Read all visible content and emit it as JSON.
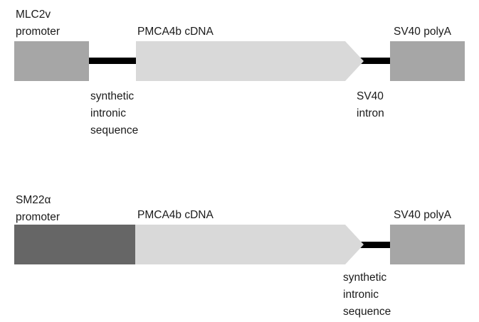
{
  "colors": {
    "background": "#ffffff",
    "promoter_light": "#a6a6a6",
    "promoter_dark": "#666666",
    "cdna": "#d9d9d9",
    "polya": "#a6a6a6",
    "linker": "#000000",
    "text": "#1a1a1a"
  },
  "construct_1": {
    "promoter_line1": "MLC2v",
    "promoter_line2": "promoter",
    "cdna_label": "PMCA4b cDNA",
    "polya_label": "SV40 polyA",
    "linker1_line1": "synthetic",
    "linker1_line2": "intronic",
    "linker1_line3": "sequence",
    "linker2_line1": "SV40",
    "linker2_line2": "intron"
  },
  "construct_2": {
    "promoter_line1": "SM22α",
    "promoter_line2": "promoter",
    "cdna_label": "PMCA4b cDNA",
    "polya_label": "SV40 polyA",
    "linker_line1": "synthetic",
    "linker_line2": "intronic",
    "linker_line3": "sequence"
  }
}
